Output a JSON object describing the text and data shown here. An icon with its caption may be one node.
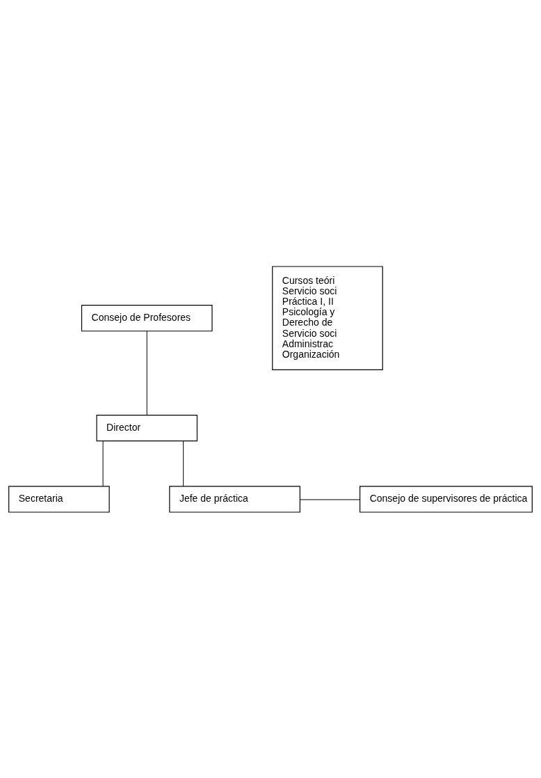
{
  "diagram": {
    "nodes": [
      {
        "text": [
          "Consejo de Profesores"
        ]
      },
      {
        "text": [
          "Cursos teóri",
          "Servicio soci",
          "Práctica I, II",
          "Psicología y",
          "Derecho de",
          "Servicio soci",
          "Administrac",
          "Organización"
        ]
      },
      {
        "text": [
          "Director"
        ]
      },
      {
        "text": [
          "Secretaria"
        ]
      },
      {
        "text": [
          "Jefe de práctica"
        ]
      },
      {
        "text": [
          "Consejo de supervisores de práctica"
        ]
      }
    ],
    "edges": [
      {
        "from": 0,
        "to": 2,
        "arrow": "none"
      },
      {
        "from": 2,
        "to": 3,
        "arrow": "none"
      },
      {
        "from": 2,
        "to": 4,
        "arrow": "none"
      },
      {
        "from": 4,
        "to": 5,
        "arrow": "none"
      }
    ]
  }
}
